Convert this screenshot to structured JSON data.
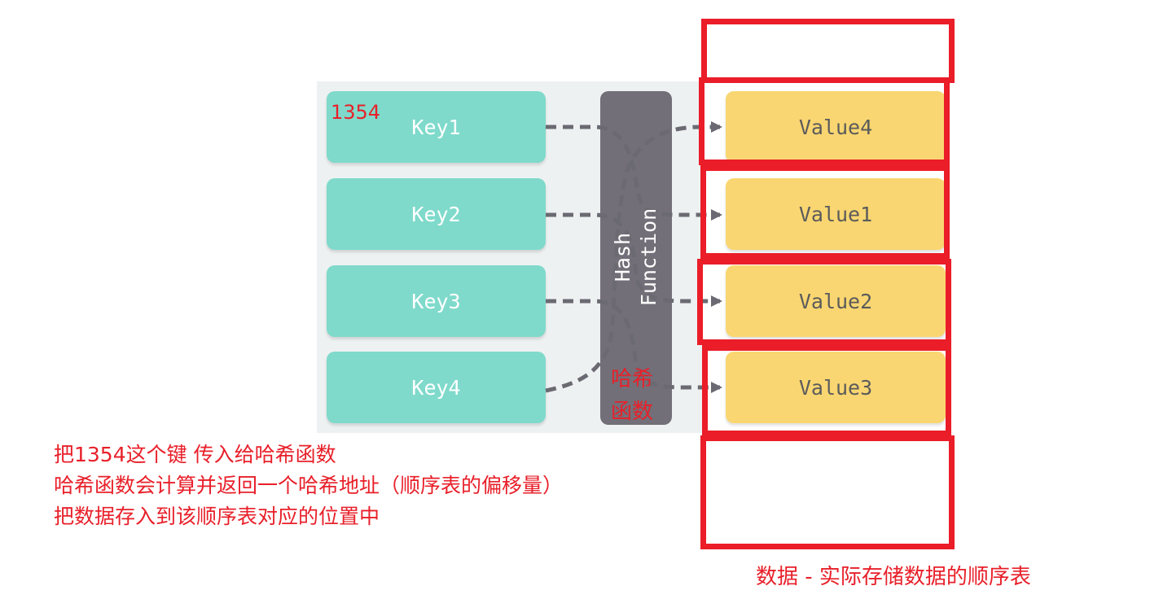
{
  "diagram": {
    "keys": [
      "Key1",
      "Key2",
      "Key3",
      "Key4"
    ],
    "values": [
      "Value4",
      "Value1",
      "Value2",
      "Value3"
    ],
    "hash_function": {
      "line1": "Hash",
      "line2": "Function"
    }
  },
  "annotations": {
    "key_example": "1354",
    "hash_cn_line1": "哈希",
    "hash_cn_line2": "函数",
    "explanation": [
      "把1354这个键 传入给哈希函数",
      "哈希函数会计算并返回一个哈希地址（顺序表的偏移量）",
      "把数据存入到该顺序表对应的位置中"
    ],
    "storage_caption": "数据 - 实际存储数据的顺序表"
  },
  "colors": {
    "key_fill": "#7fdacb",
    "value_fill": "#f9d671",
    "hash_fill": "#726f78",
    "annotation_red": "#e8202a",
    "arrow_gray": "#6b6a72"
  }
}
